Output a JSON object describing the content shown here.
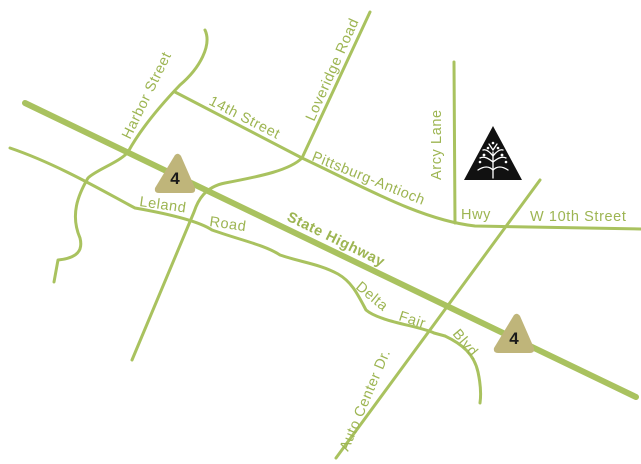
{
  "colors": {
    "road": "#a9c25f",
    "label": "#9db552",
    "shield": "#bfb57a",
    "shield_text": "#1a1a1a",
    "landmark": "#111111",
    "background": "#ffffff"
  },
  "shields": {
    "west": "4",
    "east": "4"
  },
  "labels": {
    "harbor_street": "Harbor Street",
    "loveridge_road": "Loveridge Road",
    "fourteenth_street": "14th Street",
    "arcy_lane": "Arcy Lane",
    "pittsburg_antioch": "Pittsburg-Antioch",
    "hwy": "Hwy",
    "w_10th_street": "W 10th Street",
    "leland": "Leland",
    "road": "Road",
    "state_highway": "State Highway",
    "delta": "Delta",
    "fair": "Fair",
    "blvd": "Blvd.",
    "auto_center_dr": "Auto Center Dr."
  },
  "landmark": {
    "icon": "tree-triangle-icon"
  }
}
